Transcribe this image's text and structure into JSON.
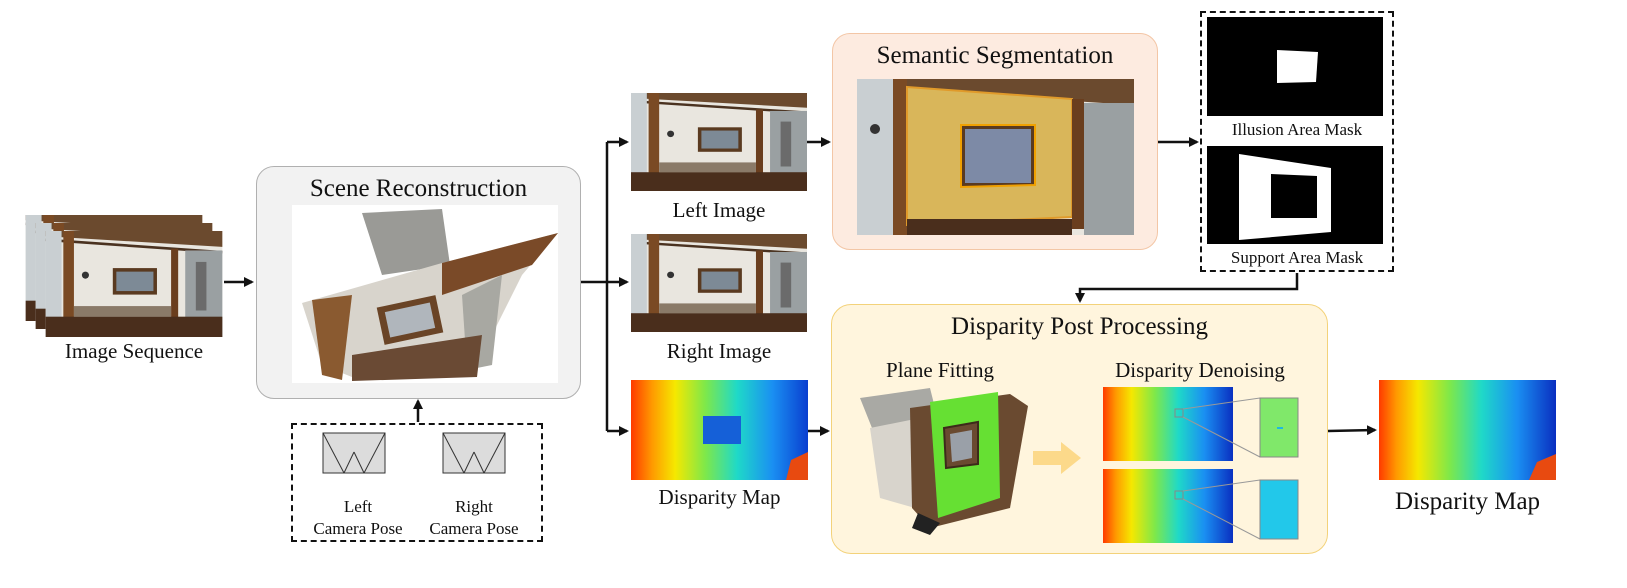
{
  "labels": {
    "image_sequence": "Image Sequence",
    "scene_reconstruction": "Scene Reconstruction",
    "left_camera_pose_1": "Left",
    "left_camera_pose_2": "Camera Pose",
    "right_camera_pose_1": "Right",
    "right_camera_pose_2": "Camera Pose",
    "left_image": "Left Image",
    "right_image": "Right Image",
    "disparity_map_mid": "Disparity Map",
    "semantic_segmentation": "Semantic Segmentation",
    "illusion_area_mask": "Illusion Area Mask",
    "support_area_mask": "Support Area Mask",
    "disparity_post_processing": "Disparity Post Processing",
    "plane_fitting": "Plane Fitting",
    "disparity_denoising": "Disparity Denoising",
    "disparity_map_out": "Disparity Map"
  },
  "colors": {
    "scene_box_fill": "#f2f2f2",
    "scene_box_border": "#b0b0b0",
    "segmentation_fill": "#fdebe0",
    "segmentation_border": "#f3c6a6",
    "post_fill": "#fff5dd",
    "post_border": "#f3d27a",
    "arrow": "#111111",
    "plane_green": "#66e033",
    "wall_yellow": "#d9b65a"
  }
}
